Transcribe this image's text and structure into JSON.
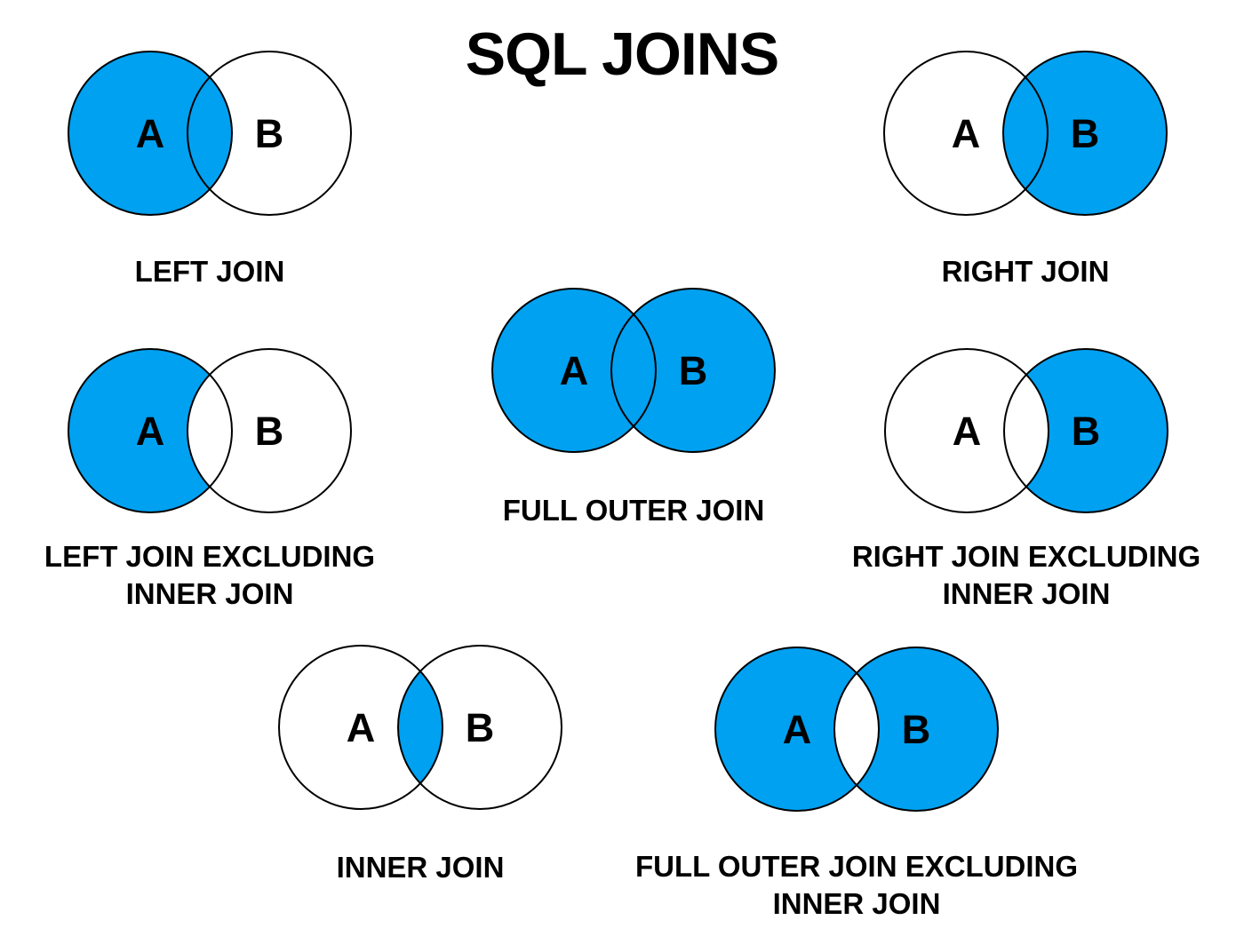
{
  "title": "SQL JOINS",
  "venn": {
    "set_a_label": "A",
    "set_b_label": "B",
    "highlight_color": "#00A1F1",
    "unshaded_color": "#FFFFFF",
    "outline_color": "#000000",
    "text_color": "#000000"
  },
  "joins": [
    {
      "id": "left-join",
      "label_lines": [
        "LEFT JOIN"
      ],
      "shaded": "a-with-intersection"
    },
    {
      "id": "right-join",
      "label_lines": [
        "RIGHT JOIN"
      ],
      "shaded": "b-with-intersection"
    },
    {
      "id": "left-join-excluding-inner-join",
      "label_lines": [
        "LEFT JOIN EXCLUDING",
        "INNER JOIN"
      ],
      "shaded": "a-only"
    },
    {
      "id": "full-outer-join",
      "label_lines": [
        "FULL OUTER JOIN"
      ],
      "shaded": "a-and-b"
    },
    {
      "id": "right-join-excluding-inner-join",
      "label_lines": [
        "RIGHT JOIN EXCLUDING",
        "INNER JOIN"
      ],
      "shaded": "b-only"
    },
    {
      "id": "inner-join",
      "label_lines": [
        "INNER JOIN"
      ],
      "shaded": "intersection-only"
    },
    {
      "id": "full-outer-join-excluding-inner-join",
      "label_lines": [
        "FULL OUTER JOIN EXCLUDING",
        "INNER JOIN"
      ],
      "shaded": "a-and-b-excluding-intersection"
    }
  ]
}
